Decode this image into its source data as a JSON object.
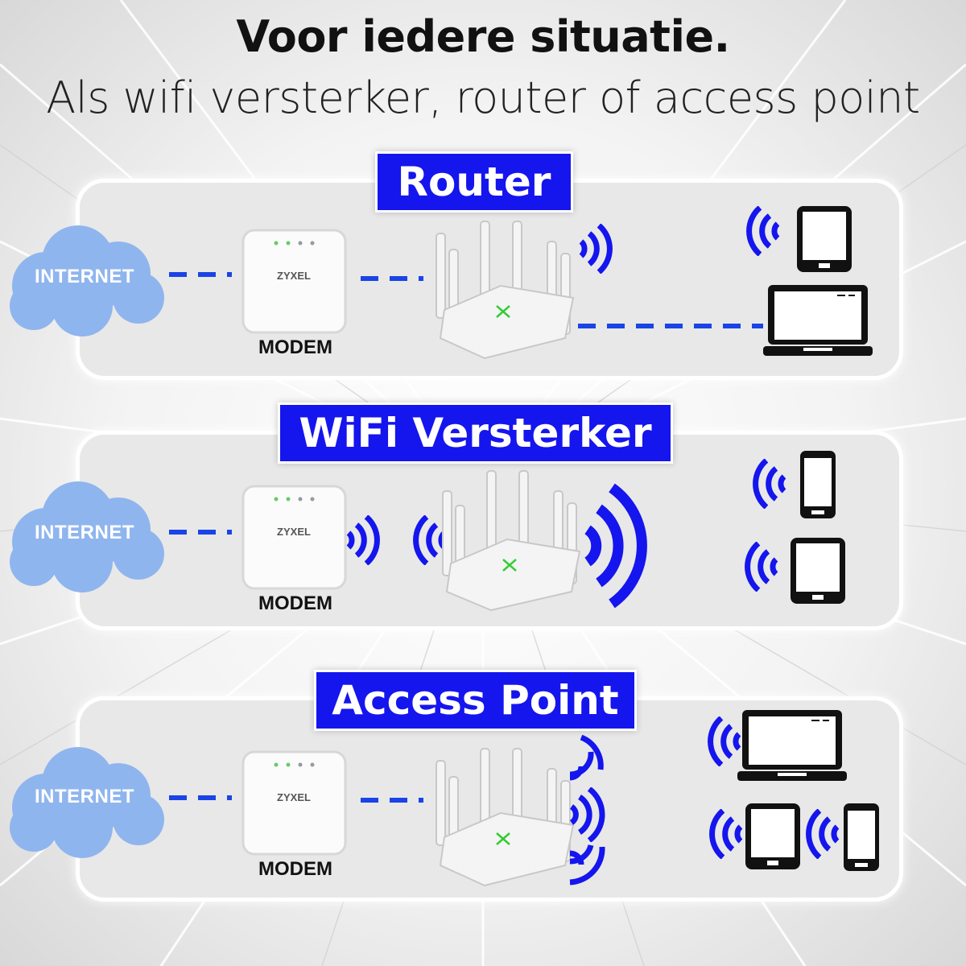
{
  "header": {
    "title": "Voor iedere situatie.",
    "subtitle": "Als wifi versterker, router of access point"
  },
  "colors": {
    "accent_blue": "#1515ee",
    "cloud_blue": "#8fb5ee",
    "panel_bg": "#e8e8e8",
    "device_black": "#111111"
  },
  "sections": {
    "router": {
      "label": "Router",
      "cloud_text": "INTERNET",
      "modem_label": "MODEM"
    },
    "wifi": {
      "label": "WiFi Versterker",
      "cloud_text": "INTERNET",
      "modem_label": "MODEM"
    },
    "ap": {
      "label": "Access Point",
      "cloud_text": "INTERNET",
      "modem_label": "MODEM"
    }
  },
  "modem_brand": "ZYXEL",
  "icons": [
    "cloud-icon",
    "modem-icon",
    "router-icon",
    "wifi-signal-icon",
    "tablet-icon",
    "laptop-icon",
    "phone-icon"
  ]
}
